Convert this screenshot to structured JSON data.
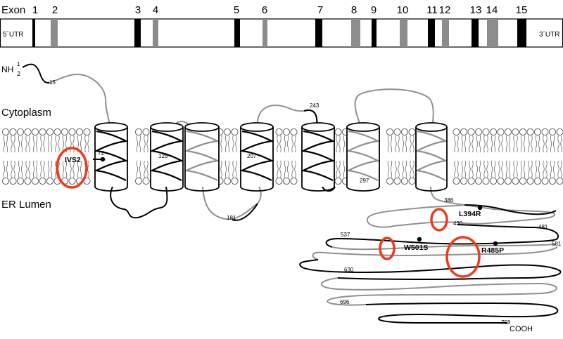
{
  "header": {
    "exon_label": "Exon"
  },
  "exons": [
    {
      "label": "1",
      "shade": "black"
    },
    {
      "label": "2",
      "shade": "gray"
    },
    {
      "label": "3",
      "shade": "black"
    },
    {
      "label": "4",
      "shade": "gray"
    },
    {
      "label": "5",
      "shade": "black"
    },
    {
      "label": "6",
      "shade": "gray"
    },
    {
      "label": "7",
      "shade": "black"
    },
    {
      "label": "8",
      "shade": "gray"
    },
    {
      "label": "9",
      "shade": "black"
    },
    {
      "label": "10",
      "shade": "gray"
    },
    {
      "label": "11",
      "shade": "black"
    },
    {
      "label": "12",
      "shade": "gray"
    },
    {
      "label": "13",
      "shade": "black"
    },
    {
      "label": "14",
      "shade": "gray"
    },
    {
      "label": "15",
      "shade": "black"
    }
  ],
  "utr": {
    "five": "5´UTR",
    "three": "3´UTR"
  },
  "termini": {
    "n_term": "NH",
    "n_sub": "2",
    "n_sup": "1",
    "c_term": "COOH"
  },
  "compartments": {
    "cytoplasm": "Cytoplasm",
    "lumen": "ER Lumen"
  },
  "residues": [
    "15",
    "72",
    "125",
    "207",
    "243",
    "297",
    "181",
    "386",
    "430",
    "481",
    "537",
    "581",
    "630",
    "696",
    "758"
  ],
  "mutations": [
    {
      "label": "IVS2",
      "kind": "splice"
    },
    {
      "label": "L394R",
      "kind": "missense"
    },
    {
      "label": "W501S",
      "kind": "missense"
    },
    {
      "label": "R485P",
      "kind": "missense"
    }
  ],
  "colors": {
    "exon_dark": "#000000",
    "exon_light": "#8c8c8c",
    "strand_dark": "#000000",
    "strand_light": "#909090",
    "highlight": "#ee3a1c",
    "lipid": "#555555"
  }
}
